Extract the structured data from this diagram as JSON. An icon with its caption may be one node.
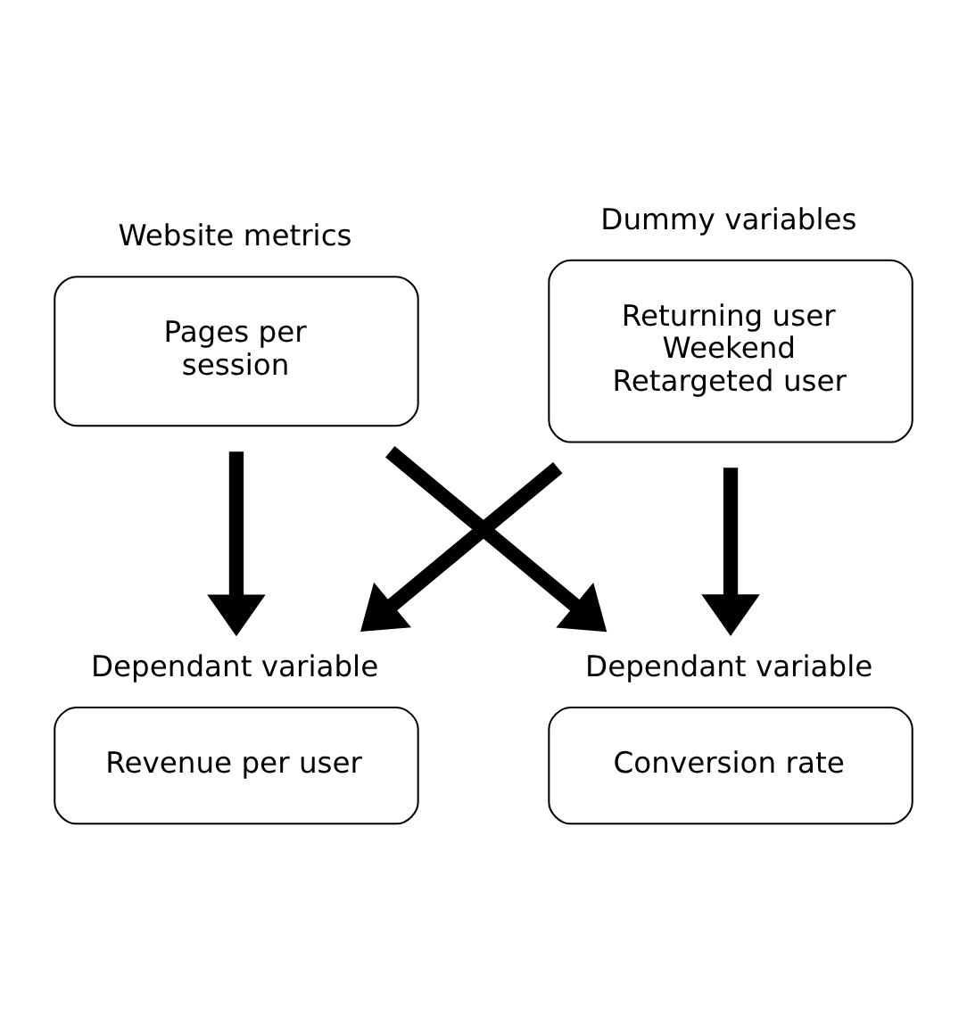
{
  "diagram": {
    "nodes": [
      {
        "text": [
          "Website metrics",
          "Pages per session"
        ]
      },
      {
        "text": [
          "Dummy variables",
          "Returning user Weekend Retargeted user"
        ]
      },
      {
        "text": [
          "Dependant variable",
          "Revenue per user"
        ]
      },
      {
        "text": [
          "Dependant variable",
          "Conversion rate"
        ]
      }
    ],
    "edges": [
      {
        "from": 0,
        "to": 2,
        "arrow": "to"
      },
      {
        "from": 0,
        "to": 3,
        "arrow": "to"
      },
      {
        "from": 1,
        "to": 2,
        "arrow": "to"
      },
      {
        "from": 1,
        "to": 3,
        "arrow": "to"
      }
    ]
  }
}
